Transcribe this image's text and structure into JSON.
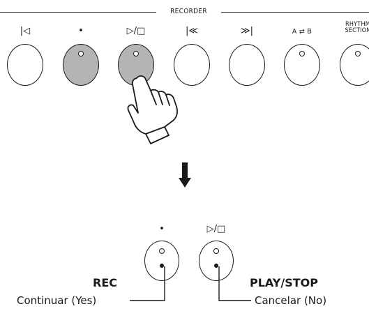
{
  "recorder": {
    "section_title": "RECORDER",
    "buttons": [
      {
        "id": "reset",
        "label": "|◁",
        "icon": "reset-icon",
        "pressed": false
      },
      {
        "id": "rec",
        "label": "•",
        "icon": "record-icon",
        "pressed": true
      },
      {
        "id": "play_stop",
        "label": "▷/□",
        "icon": "play-stop-icon",
        "pressed": true
      },
      {
        "id": "rewind",
        "label": "|≪",
        "icon": "rewind-icon",
        "pressed": false
      },
      {
        "id": "forward",
        "label": "≫|",
        "icon": "forward-icon",
        "pressed": false
      },
      {
        "id": "ab",
        "label": "A ⇄ B",
        "icon": "ab-repeat-icon",
        "pressed": false
      },
      {
        "id": "rhythm",
        "label": "RHYTHM SECTION",
        "label_line1": "RHYTHM",
        "label_line2": "SECTION",
        "pressed": false
      }
    ]
  },
  "detail": {
    "rec_button": {
      "label": "•",
      "led_on": true
    },
    "play_stop_button": {
      "label": "▷/□",
      "led_on": true
    },
    "rec_title": "REC",
    "rec_action": "Continuar (Yes)",
    "play_title": "PLAY/STOP",
    "play_action": "Cancelar (No)"
  },
  "colors": {
    "ink": "#1a1a1a",
    "pressed_fill": "#b4b4b4",
    "background": "#ffffff"
  }
}
